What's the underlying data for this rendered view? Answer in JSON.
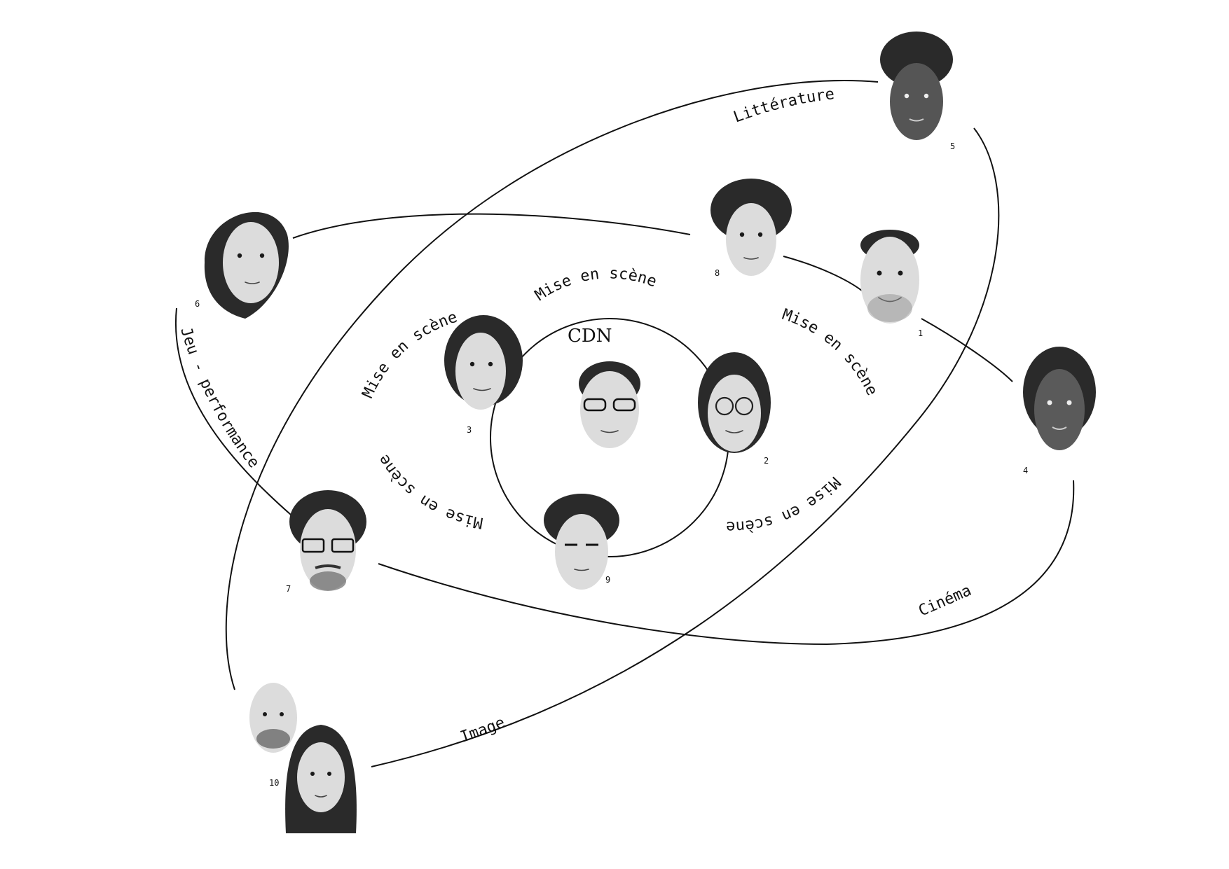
{
  "center_label": "CDN",
  "orbits": {
    "inner_top": "Mise en scène",
    "inner_left_top": "Mise en scène",
    "inner_left_bottom": "Mise en scène",
    "inner_right_top": "Mise en scène",
    "inner_right_bottom": "Mise en scène",
    "literature": "Littérature",
    "jeu_performance": "Jeu - performance",
    "cinema": "Cinéma",
    "image": "Image"
  },
  "people": {
    "p1": "1",
    "p2": "2",
    "p3": "3",
    "p4": "4",
    "p5": "5",
    "p6": "6",
    "p7": "7",
    "p8": "8",
    "p9": "9",
    "p10": "10"
  },
  "colors": {
    "ink": "#111111",
    "background": "#ffffff"
  }
}
